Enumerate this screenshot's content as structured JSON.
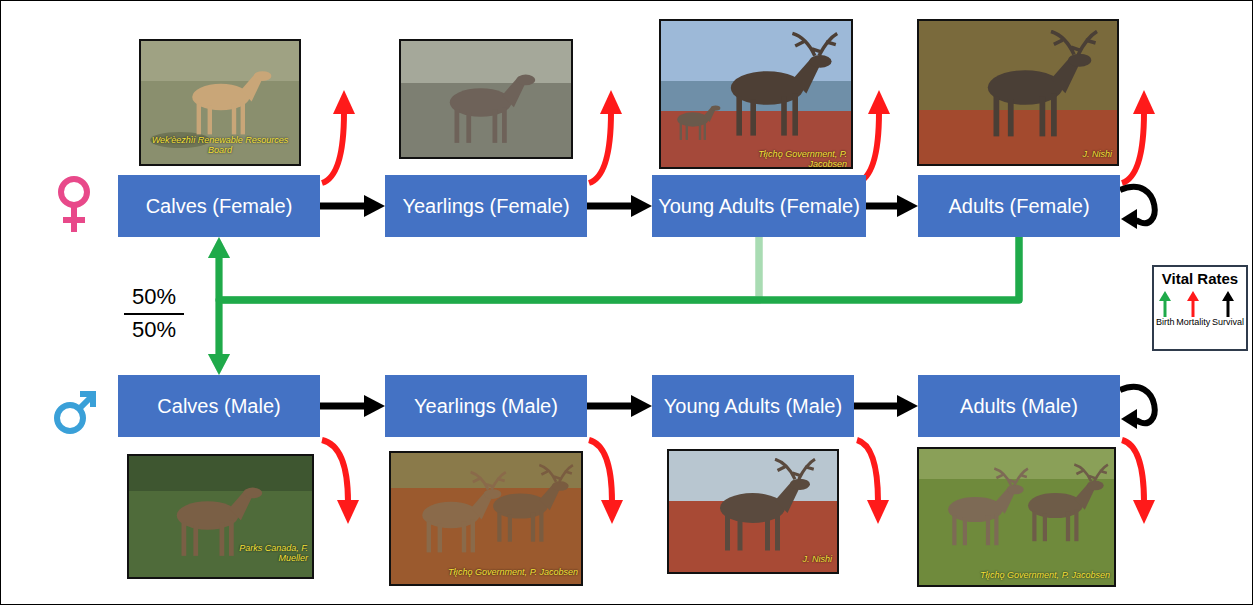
{
  "diagram": {
    "nodes": [
      {
        "text": [
          "Calves (Female)"
        ]
      },
      {
        "text": [
          "Yearlings (Female)"
        ]
      },
      {
        "text": [
          "Young Adults (Female)"
        ]
      },
      {
        "text": [
          "Adults (Female)"
        ]
      },
      {
        "text": [
          "Calves (Male)"
        ]
      },
      {
        "text": [
          "Yearlings (Male)"
        ]
      },
      {
        "text": [
          "Young Adults (Male)"
        ]
      },
      {
        "text": [
          "Adults (Male)"
        ]
      }
    ],
    "edges": [
      {
        "from": 0,
        "to": 1,
        "arrow": "to"
      },
      {
        "from": 1,
        "to": 2,
        "arrow": "to"
      },
      {
        "from": 2,
        "to": 3,
        "arrow": "to"
      },
      {
        "from": 3,
        "to": 3,
        "arrow": "to"
      },
      {
        "from": 4,
        "to": 5,
        "arrow": "to"
      },
      {
        "from": 5,
        "to": 6,
        "arrow": "to"
      },
      {
        "from": 6,
        "to": 7,
        "arrow": "to"
      },
      {
        "from": 7,
        "to": 7,
        "arrow": "to"
      },
      {
        "from": 2,
        "to": 0,
        "arrow": "to"
      },
      {
        "from": 2,
        "to": 4,
        "arrow": "to"
      },
      {
        "from": 3,
        "to": 0,
        "arrow": "to"
      },
      {
        "from": 3,
        "to": 4,
        "arrow": "to"
      }
    ],
    "labels": [
      "Wek'èezhìi Renewable Resources Board",
      "Tłı̨chǫ Government, P. Jacobsen",
      "J. Nishi",
      "50%",
      "50%",
      "Parks Canada, F. Mueller",
      "Tłı̨chǫ Government, P. Jacobsen",
      "J. Nishi",
      "Tłı̨chǫ Government, P. Jacobsen",
      "Vital Rates"
    ],
    "legend": [
      {
        "text": "Birth"
      },
      {
        "text": "Mortality"
      },
      {
        "text": "Survival"
      }
    ]
  }
}
